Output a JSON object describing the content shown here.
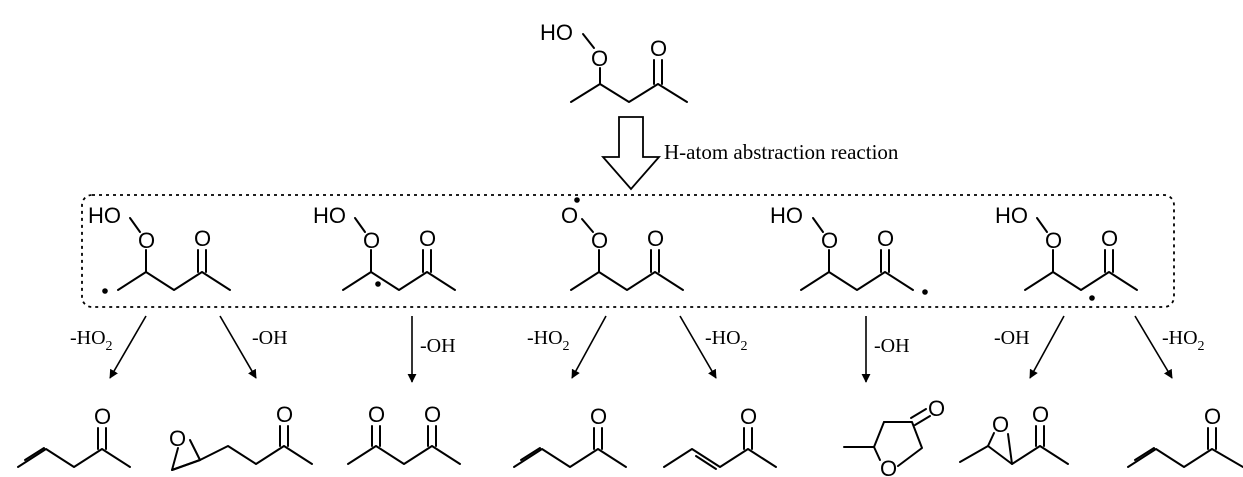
{
  "reactant": {
    "atoms": [
      "HO",
      "O",
      "O"
    ]
  },
  "main_step": {
    "label": "H-atom abstraction reaction"
  },
  "radicals": [
    {
      "atoms": [
        "HO",
        "O",
        "O"
      ]
    },
    {
      "atoms": [
        "HO",
        "O",
        "O"
      ]
    },
    {
      "atoms": [
        "O",
        "O",
        "O"
      ]
    },
    {
      "atoms": [
        "HO",
        "O",
        "O"
      ]
    },
    {
      "atoms": [
        "HO",
        "O",
        "O"
      ]
    }
  ],
  "branch_labels": [
    {
      "prefix": "-HO",
      "sub": "2"
    },
    {
      "prefix": "-OH",
      "sub": ""
    },
    {
      "prefix": "-OH",
      "sub": ""
    },
    {
      "prefix": "-HO",
      "sub": "2"
    },
    {
      "prefix": "-HO",
      "sub": "2"
    },
    {
      "prefix": "-OH",
      "sub": ""
    },
    {
      "prefix": "-OH",
      "sub": ""
    },
    {
      "prefix": "-HO",
      "sub": "2"
    }
  ],
  "products": [
    {
      "atoms": [
        "O"
      ]
    },
    {
      "atoms": [
        "O",
        "O"
      ]
    },
    {
      "atoms": [
        "O",
        "O"
      ]
    },
    {
      "atoms": [
        "O"
      ]
    },
    {
      "atoms": [
        "O"
      ]
    },
    {
      "atoms": [
        "O",
        "O"
      ]
    },
    {
      "atoms": [
        "O",
        "O"
      ]
    },
    {
      "atoms": [
        "O"
      ]
    }
  ]
}
